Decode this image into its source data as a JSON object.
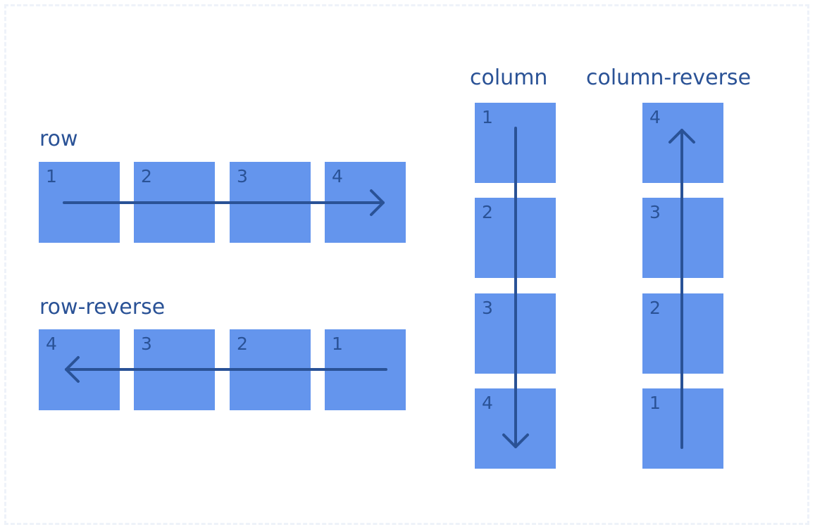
{
  "accent_color": "#6495ed",
  "text_color": "#2a5296",
  "groups": {
    "row": {
      "label": "row",
      "items": [
        "1",
        "2",
        "3",
        "4"
      ],
      "arrow_direction": "right"
    },
    "row_reverse": {
      "label": "row-reverse",
      "items": [
        "4",
        "3",
        "2",
        "1"
      ],
      "arrow_direction": "left"
    },
    "column": {
      "label": "column",
      "items": [
        "1",
        "2",
        "3",
        "4"
      ],
      "arrow_direction": "down"
    },
    "column_reverse": {
      "label": "column-reverse",
      "items": [
        "4",
        "3",
        "2",
        "1"
      ],
      "arrow_direction": "up"
    }
  }
}
